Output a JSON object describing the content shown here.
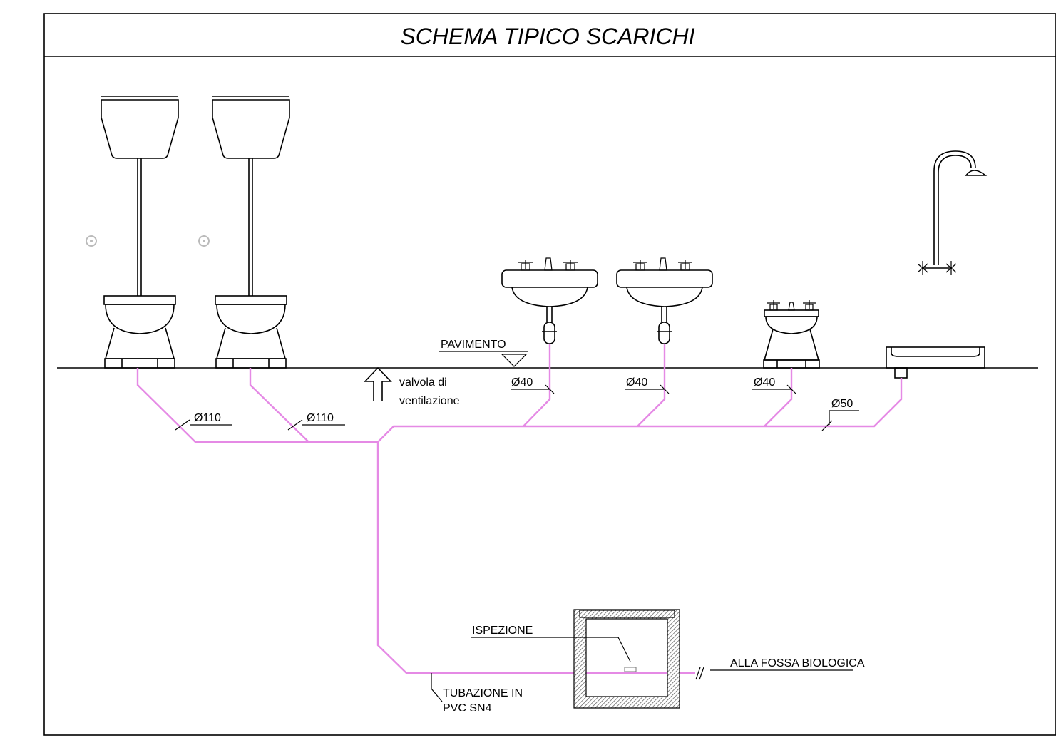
{
  "title": "SCHEMA TIPICO SCARICHI",
  "labels": {
    "floor": "PAVIMENTO",
    "vent_line1": "valvola di",
    "vent_line2": "ventilazione",
    "wc1_diameter": "Ø110",
    "wc2_diameter": "Ø110",
    "sink1_diameter": "Ø40",
    "sink2_diameter": "Ø40",
    "bidet_diameter": "Ø40",
    "shower_diameter": "Ø50",
    "inspection": "ISPEZIONE",
    "destination": "ALLA FOSSA BIOLOGICA",
    "pipe_line1": "TUBAZIONE IN",
    "pipe_line2": "PVC SN4"
  },
  "fixtures": [
    "wc-high-tank",
    "wc-high-tank",
    "washbasin",
    "washbasin",
    "bidet",
    "shower"
  ],
  "colors": {
    "pipe": "#e58ae5",
    "line": "#000000",
    "background": "#ffffff"
  }
}
